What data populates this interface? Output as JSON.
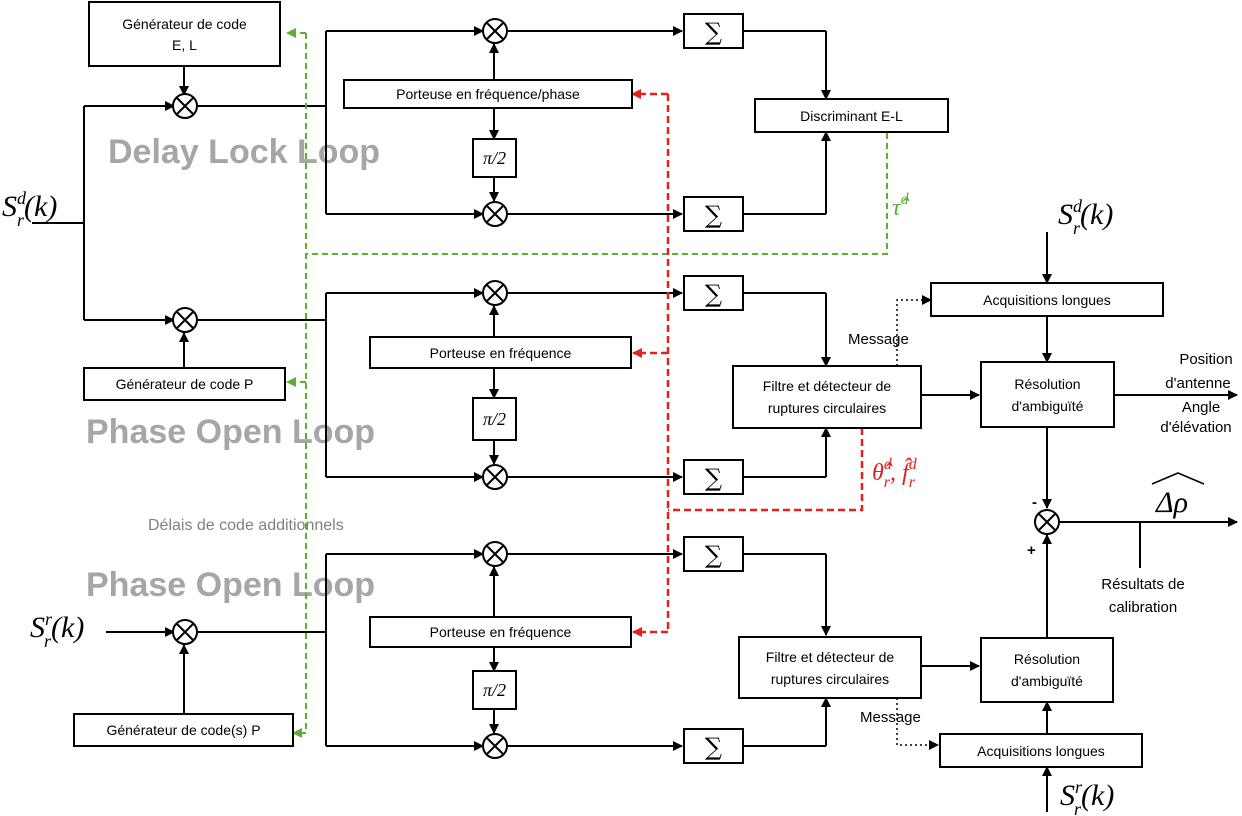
{
  "watermarks": {
    "dll": "Delay Lock Loop",
    "pol1": "Phase Open Loop",
    "pol2": "Phase Open Loop",
    "delays": "Délais de code additionnels"
  },
  "blocks": {
    "gen_el": [
      "Générateur de code",
      "E, L"
    ],
    "carrier_phase": "Porteuse en fréquence/phase",
    "pi2_1": "π/2",
    "discriminator": "Discriminant E-L",
    "gen_p": "Générateur de code P",
    "carrier_freq_1": "Porteuse en fréquence",
    "pi2_2": "π/2",
    "filter_1": [
      "Filtre et détecteur de",
      "ruptures circulaires"
    ],
    "acq_1": "Acquisitions longues",
    "resolution_1": [
      "Résolution",
      "d'ambiguïté"
    ],
    "gen_ps": "Générateur de code(s) P",
    "carrier_freq_2": "Porteuse en fréquence",
    "pi2_3": "π/2",
    "filter_2": [
      "Filtre et détecteur de",
      "ruptures circulaires"
    ],
    "acq_2": "Acquisitions longues",
    "resolution_2": [
      "Résolution",
      "d'ambiguïté"
    ],
    "sum_symbol": "∑"
  },
  "signals": {
    "input_d_base": "S",
    "input_d_sub": "r",
    "input_d_sup": "d",
    "input_d_arg": "(k)",
    "input_r_base": "S",
    "input_r_sub": "r",
    "input_r_sup": "r",
    "input_r_arg": "(k)",
    "tau_hat": "τ̂",
    "tau_sup": "d",
    "theta_f": "θ̂",
    "theta_f_sub": "r",
    "theta_f_sup": "d",
    "f_hat": ", f̂",
    "f_sub": "r",
    "f_sup": "d",
    "delta_rho": "Δρ",
    "minus": "-",
    "plus": "+"
  },
  "labels": {
    "message_1": "Message",
    "message_2": "Message",
    "position": [
      "Position",
      "d'antenne"
    ],
    "angle": [
      "Angle",
      "d'élévation"
    ],
    "results": [
      "Résultats de",
      "calibration"
    ]
  },
  "colors": {
    "dll_feedback": "#5bb030",
    "carrier_feedback": "#e5201e",
    "watermark": "#a6a6a6"
  }
}
